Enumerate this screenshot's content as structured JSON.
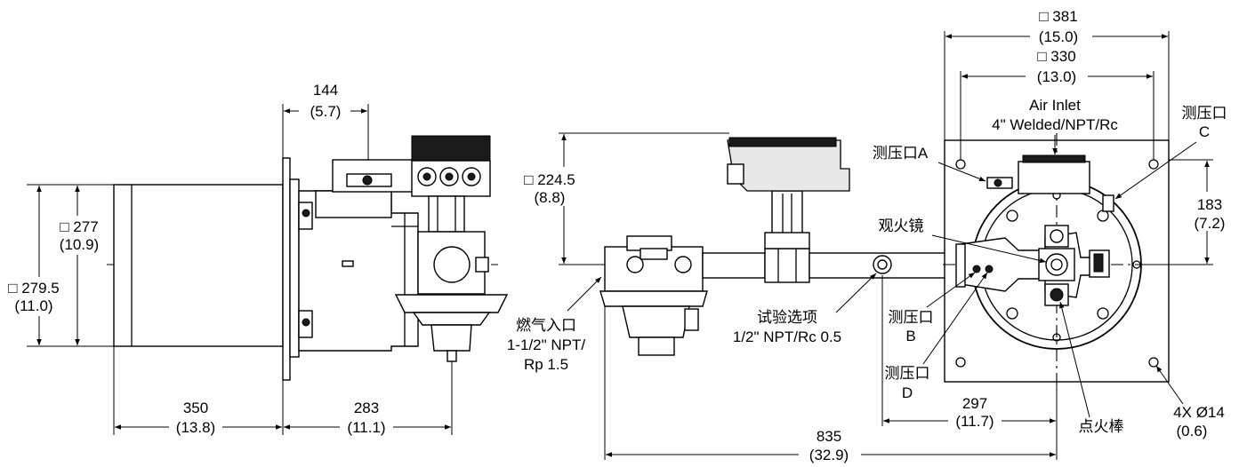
{
  "side_view": {
    "dim_279_5": "□ 279.5",
    "dim_279_5_in": "(11.0)",
    "dim_277": "□ 277",
    "dim_277_in": "(10.9)",
    "dim_144": "144",
    "dim_144_in": "(5.7)",
    "dim_350": "350",
    "dim_350_in": "(13.8)",
    "dim_283": "283",
    "dim_283_in": "(11.1)"
  },
  "top_view": {
    "dim_224_5": "□ 224.5",
    "dim_224_5_in": "(8.8)",
    "gas_inlet_label": "燃气入口",
    "gas_inlet_size_1": "1-1/2\" NPT/",
    "gas_inlet_size_2": "Rp 1.5",
    "test_option_label": "试验选项",
    "test_option_size": "1/2\" NPT/Rc 0.5",
    "dim_835": "835",
    "dim_835_in": "(32.9)"
  },
  "front_view": {
    "dim_381": "□ 381",
    "dim_381_in": "(15.0)",
    "dim_330": "□ 330",
    "dim_330_in": "(13.0)",
    "air_inlet_1": "Air Inlet",
    "air_inlet_2": "4\" Welded/NPT/Rc",
    "tap_c_1": "测压口",
    "tap_c_2": "C",
    "tap_a": "测压口A",
    "dim_183": "183",
    "dim_183_in": "(7.2)",
    "sight_glass": "观火镜",
    "tap_b_1": "测压口",
    "tap_b_2": "B",
    "tap_d_1": "测压口",
    "tap_d_2": "D",
    "dim_297": "297",
    "dim_297_in": "(11.7)",
    "igniter": "点火棒",
    "holes_1": "4X Ø14",
    "holes_2": "(0.6)"
  }
}
